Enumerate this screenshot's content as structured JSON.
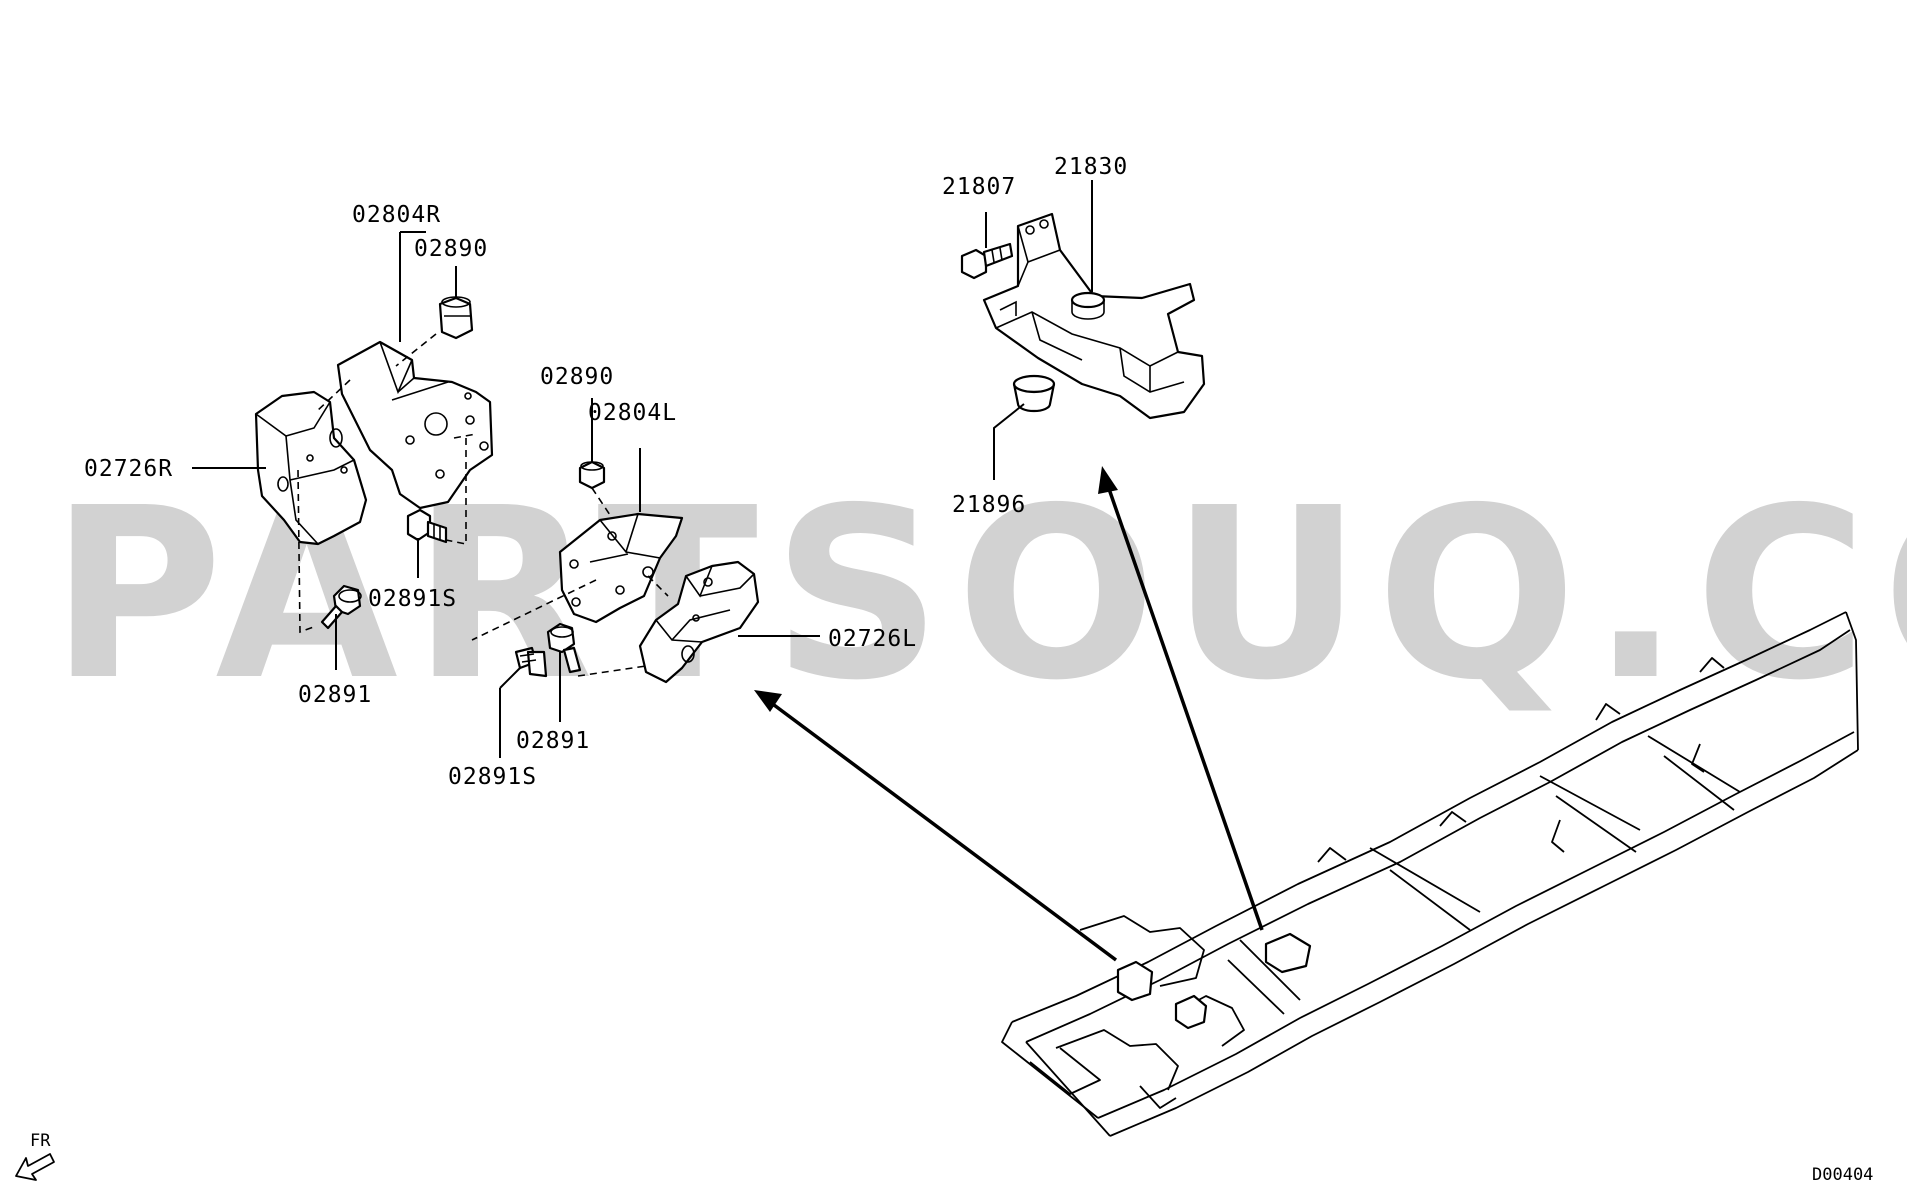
{
  "colors": {
    "lines": "#000000",
    "background": "#ffffff",
    "watermark": "#d2d2d2"
  },
  "watermark": "PARTSOUQ.COM",
  "diagram_code": "D00404",
  "orientation_label": "FR",
  "orientation_icon": "front-direction-arrow-icon",
  "callouts": {
    "c_02804R": "02804R",
    "c_02890_top": "02890",
    "c_02726R": "02726R",
    "c_02891S_right": "02891S",
    "c_02891_left": "02891",
    "c_02890_mid": "02890",
    "c_02804L": "02804L",
    "c_02726L": "02726L",
    "c_02891_mid": "02891",
    "c_02891S_mid": "02891S",
    "c_21807": "21807",
    "c_21830": "21830",
    "c_21896": "21896"
  }
}
